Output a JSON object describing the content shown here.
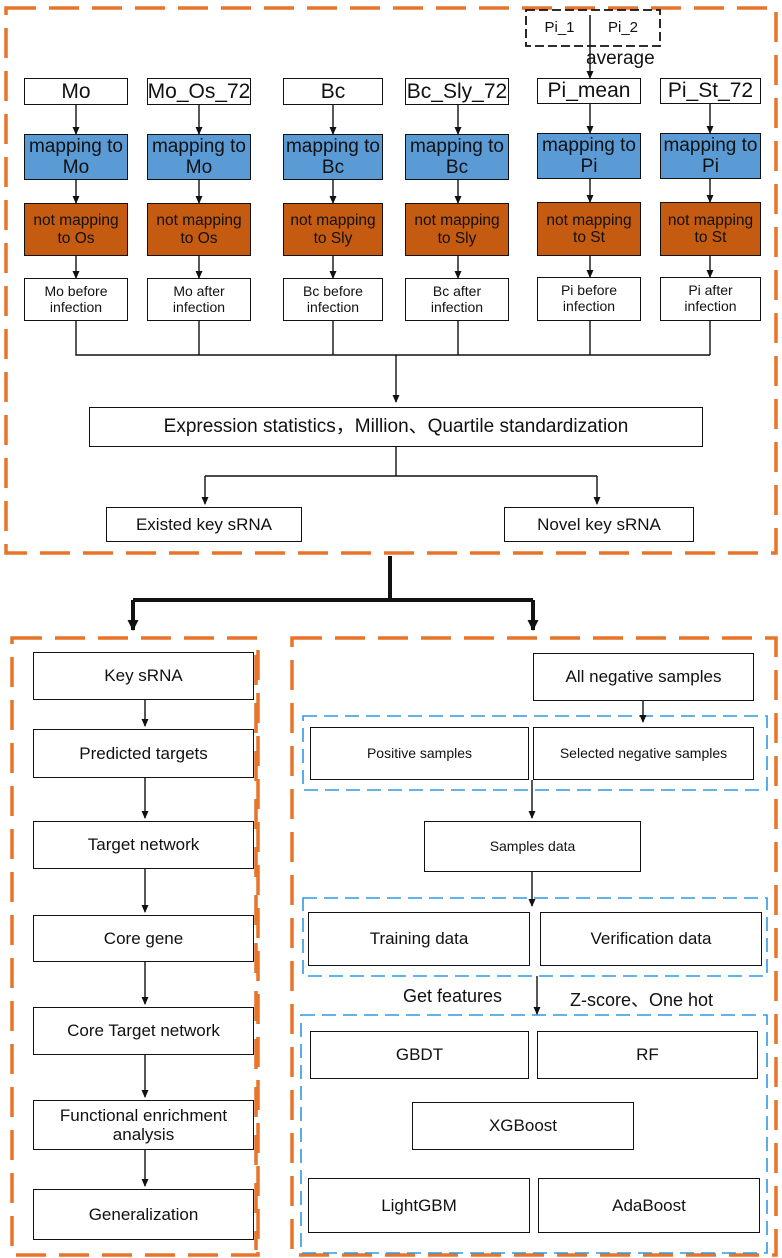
{
  "top": {
    "pi_parts": [
      "Pi_1",
      "Pi_2"
    ],
    "average_label": "average",
    "columns": [
      {
        "sample": "Mo",
        "map": "mapping to Mo",
        "notmap": "not mapping to Os",
        "stage": "Mo before infection"
      },
      {
        "sample": "Mo_Os_72",
        "map": "mapping to Mo",
        "notmap": "not  mapping to Os",
        "stage": "Mo after infection"
      },
      {
        "sample": "Bc",
        "map": "mapping to Bc",
        "notmap": "not mapping to Sly",
        "stage": "Bc before infection"
      },
      {
        "sample": "Bc_Sly_72",
        "map": "mapping to Bc",
        "notmap": "not mapping to Sly",
        "stage": "Bc after infection"
      },
      {
        "sample": "Pi_mean",
        "map": "mapping to Pi",
        "notmap": "not mapping to St",
        "stage": "Pi before infection"
      },
      {
        "sample": "Pi_St_72",
        "map": "mapping to Pi",
        "notmap": "not mapping to St",
        "stage": "Pi after infection"
      }
    ],
    "stats": "Expression statistics，Million、Quartile standardization",
    "existed": "Existed key sRNA",
    "novel": "Novel key sRNA"
  },
  "left": {
    "steps": [
      "Key sRNA",
      "Predicted targets",
      "Target network",
      "Core gene",
      "Core Target network",
      "Functional enrichment analysis",
      "Generalization"
    ]
  },
  "right": {
    "all_negative": "All negative samples",
    "positive": "Positive samples",
    "selected_negative": "Selected negative samples",
    "samples_data": "Samples data",
    "training": "Training data",
    "verification": "Verification data",
    "get_features": "Get features",
    "zscore": "Z-score、One hot",
    "models": [
      "GBDT",
      "RF",
      "XGBoost",
      "LightGBM",
      "AdaBoost"
    ]
  },
  "colors": {
    "map_fill": "#5b9bd5",
    "notmap_fill": "#c55a11",
    "frame_orange": "#e8742a",
    "group_blue": "#2e9be0"
  }
}
